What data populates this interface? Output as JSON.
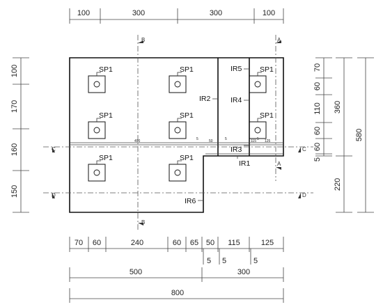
{
  "top_dimensions": [
    "100",
    "300",
    "300",
    "100"
  ],
  "bottom_dimensions": [
    "70",
    "60",
    "240",
    "60",
    "65",
    "50",
    "115",
    "125"
  ],
  "bottom_small_dimensions": [
    "5",
    "5",
    "5"
  ],
  "bottom_totals": [
    "500",
    "300",
    "800"
  ],
  "left_dimensions": [
    "100",
    "170",
    "160",
    "150"
  ],
  "right_inner_dimensions": [
    "70",
    "60",
    "110",
    "60",
    "60",
    "5"
  ],
  "right_mid_dimensions": [
    "360",
    "220"
  ],
  "right_total": "580",
  "beam_small_labels": [
    "490",
    "5",
    "50",
    "5",
    "115",
    "5",
    "125"
  ],
  "labels": {
    "sp": "SP1",
    "ir1": "IR1",
    "ir2": "IR2",
    "ir3": "IR3",
    "ir4": "IR4",
    "ir5": "IR5",
    "ir6": "IR6"
  },
  "section_marks": [
    "A",
    "A",
    "B",
    "B",
    "C",
    "C",
    "D",
    "D"
  ]
}
